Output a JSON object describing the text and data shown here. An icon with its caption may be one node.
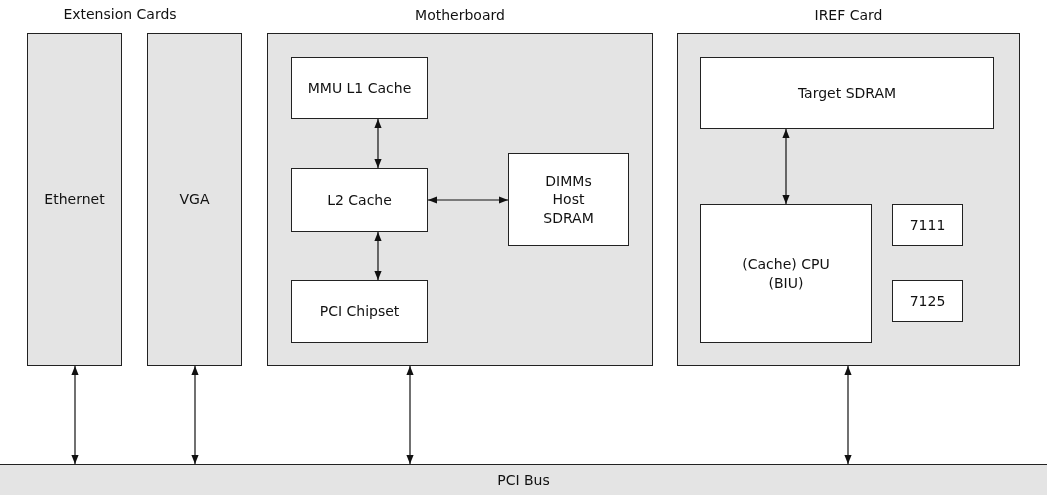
{
  "diagram": {
    "nodes": [
      {
        "text": [
          "Ethernet"
        ]
      },
      {
        "text": [
          "VGA"
        ]
      },
      {
        "text": [
          "Motherboard"
        ]
      },
      {
        "text": [
          "MMU L1 Cache"
        ],
        "in": 2
      },
      {
        "text": [
          "L2 Cache"
        ],
        "in": 2
      },
      {
        "text": [
          "DIMMs Host SDRAM"
        ],
        "in": 2
      },
      {
        "text": [
          "PCI Chipset"
        ],
        "in": 2
      },
      {
        "text": [
          "IREF Card"
        ]
      },
      {
        "text": [
          "Target SDRAM"
        ],
        "in": 7
      },
      {
        "text": [
          "(Cache) CPU (BIU)"
        ],
        "in": 7
      },
      {
        "text": [
          "7111"
        ],
        "in": 7
      },
      {
        "text": [
          "7125"
        ],
        "in": 7
      },
      {
        "text": [
          "PCI Bus"
        ]
      }
    ],
    "edges": [
      {
        "from": 3,
        "to": 4,
        "arrow": "both"
      },
      {
        "from": 4,
        "to": 5,
        "arrow": "both"
      },
      {
        "from": 4,
        "to": 6,
        "arrow": "both"
      },
      {
        "from": 8,
        "to": 9,
        "arrow": "both"
      },
      {
        "from": 0,
        "to": 12,
        "arrow": "both"
      },
      {
        "from": 1,
        "to": 12,
        "arrow": "both"
      },
      {
        "from": 2,
        "to": 12,
        "arrow": "both"
      },
      {
        "from": 7,
        "to": 12,
        "arrow": "both"
      }
    ],
    "labels": [
      "Extension Cards"
    ]
  }
}
